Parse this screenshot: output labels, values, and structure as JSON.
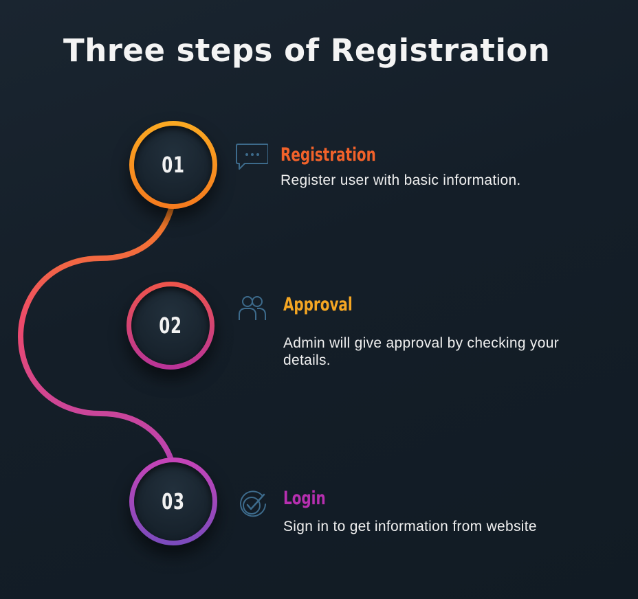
{
  "title": "Three steps of Registration",
  "colors": {
    "background": "#15202a",
    "step1_accent": "#f2622a",
    "step2_accent": "#f5a623",
    "step3_accent": "#b72fb0",
    "connector_start": "#f5821f",
    "connector_mid": "#ee4a6a",
    "connector_end": "#b843b4"
  },
  "steps": [
    {
      "number": "01",
      "title": "Registration",
      "description": "Register user with basic information.",
      "icon": "chat-bubble-icon"
    },
    {
      "number": "02",
      "title": "Approval",
      "description": "Admin will give approval by checking your details.",
      "icon": "users-icon"
    },
    {
      "number": "03",
      "title": "Login",
      "description": "Sign in to get information from website",
      "icon": "check-circle-icon"
    }
  ]
}
